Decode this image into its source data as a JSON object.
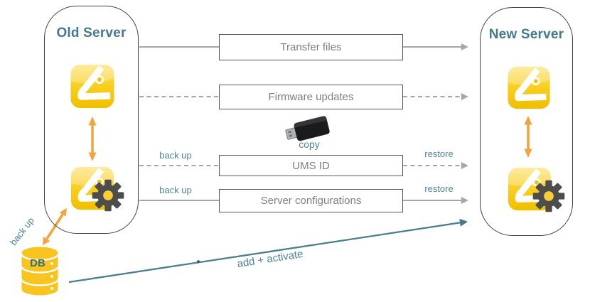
{
  "old_server": {
    "title": "Old Server"
  },
  "new_server": {
    "title": "New Server"
  },
  "flows": [
    {
      "label": "Transfer files",
      "line_style": "solid",
      "left_label": "",
      "right_label": ""
    },
    {
      "label": "Firmware updates",
      "line_style": "dashed",
      "left_label": "",
      "right_label": ""
    },
    {
      "label": "UMS ID",
      "line_style": "dashed",
      "left_label": "back up",
      "right_label": "restore"
    },
    {
      "label": "Server configurations",
      "line_style": "solid",
      "left_label": "back up",
      "right_label": "restore"
    }
  ],
  "usb_stick": {
    "caption": "copy"
  },
  "database": {
    "label": "DB",
    "caption": "back up"
  },
  "migration": {
    "caption": "add + activate"
  },
  "icons": {
    "app": "ums-app-icon",
    "app_with_gear": "ums-config-icon",
    "usb": "usb-stick-icon",
    "db": "database-icon"
  },
  "colors": {
    "teal_title": "#44798C",
    "teal_label": "#4E849B",
    "gray_line": "#A6A6A6",
    "gray_text": "#7F7F7F",
    "box_border": "#595959",
    "orange": "#F2A33A",
    "icon_yellow": "#F8C41D",
    "gear_gray": "#4D4D4D",
    "usb_black": "#1B1B1D"
  }
}
